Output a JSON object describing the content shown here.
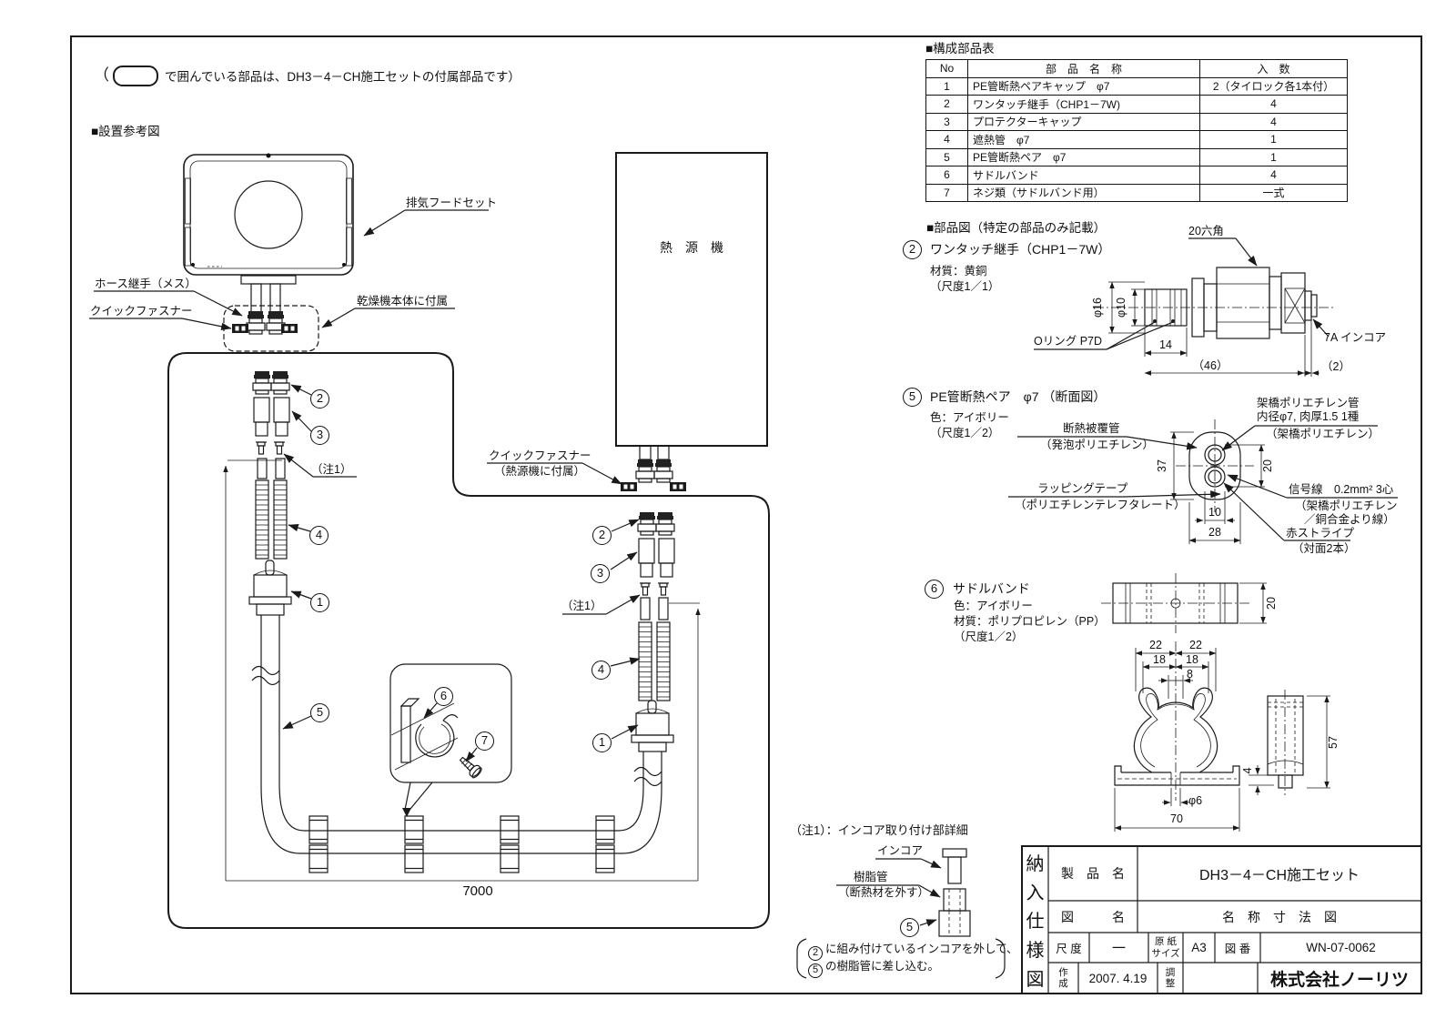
{
  "colors": {
    "ink": "#1a1a1a",
    "paper": "#ffffff"
  },
  "page": {
    "note_open": "（",
    "note_text": "で囲んでいる部品は、DH3－4－CH施工セットの付属部品です）",
    "install_section_title": "■設置参考図"
  },
  "parts_table": {
    "title": "■構成部品表",
    "headers": {
      "no": "No",
      "name": "部　品　名　称",
      "qty": "入　数"
    },
    "rows": [
      {
        "no": "1",
        "name": "PE管断熱ペアキャップ　φ7",
        "qty": "2（タイロック各1本付）"
      },
      {
        "no": "2",
        "name": "ワンタッチ継手（CHP1－7W)",
        "qty": "4"
      },
      {
        "no": "3",
        "name": "プロテクターキャップ",
        "qty": "4"
      },
      {
        "no": "4",
        "name": "遮熱管　φ7",
        "qty": "1"
      },
      {
        "no": "5",
        "name": "PE管断熱ペア　φ7",
        "qty": "1"
      },
      {
        "no": "6",
        "name": "サドルバンド",
        "qty": "4"
      },
      {
        "no": "7",
        "name": "ネジ類（サドルバンド用）",
        "qty": "一式"
      }
    ]
  },
  "install": {
    "labels": {
      "hood": "排気フードセット",
      "hose_joint": "ホース継手（メス）",
      "quick_fastener": "クイックファスナー",
      "dryer_attached": "乾燥機本体に付属",
      "heat_source": "熱　源　機",
      "qf_heat1": "クイックファスナー",
      "qf_heat2": "（熱源機に付属）",
      "note1_left": "（注1）",
      "note1_right": "（注1）",
      "dim_7000": "7000"
    },
    "callouts": {
      "c1": "1",
      "c2": "2",
      "c3": "3",
      "c4": "4",
      "c5": "5",
      "c6": "6",
      "c7": "7"
    }
  },
  "parts_fig": {
    "title": "■部品図（特定の部品のみ記載）",
    "p2": {
      "num": "2",
      "title": "ワンタッチ継手（CHP1－7W）",
      "material": "材質：黄銅",
      "scale": "（尺度1／1）",
      "hex": "20六角",
      "d16": "φ16",
      "d10": "φ10",
      "oring": "Oリング  P7D",
      "dim14": "14",
      "dim46": "（46）",
      "incore": "7A インコア",
      "dim2": "（2）"
    },
    "p5": {
      "num": "5",
      "title": "PE管断熱ペア　φ7 （断面図）",
      "color": "色：アイボリー",
      "scale": "（尺度1／2）",
      "l1a": "断熱被覆管",
      "l1b": "（発泡ポリエチレン）",
      "l2a": "ラッピングテープ",
      "l2b": "（ポリエチレンテレフタレート）",
      "r1a": "架橋ポリエチレン管",
      "r1b": "内径φ7, 肉厚1.5  1種",
      "r1c": "（架橋ポリエチレン）",
      "r2a": "信号線　0.2mm²  3心",
      "r2b": "（架橋ポリエチレン",
      "r2c": "／銅合金より線）",
      "r3a": "赤ストライプ",
      "r3b": "（対面2本）",
      "dim37": "37",
      "dim20": "20",
      "dim10": "10",
      "dim28": "28"
    },
    "p6": {
      "num": "6",
      "title": "サドルバンド",
      "color": "色：アイボリー",
      "material": "材質：ポリプロピレン（PP）",
      "scale": "（尺度1／2）",
      "dim20": "20",
      "dim22l": "22",
      "dim22r": "22",
      "dim18l": "18",
      "dim18r": "18",
      "dim8": "8",
      "dim_d6": "φ6",
      "dim70": "70",
      "dim4": "4",
      "dim57": "57"
    }
  },
  "note1_detail": {
    "title": "（注1）：インコア取り付け部詳細",
    "incore": "インコア",
    "pipe1": "樹脂管",
    "pipe2": "（断熱材を外す）",
    "note_c2": "2",
    "note_l1": "に組み付けているインコアを外して、",
    "note_c5": "5",
    "note_l2": "の樹脂管に差し込む。"
  },
  "title_block": {
    "side": [
      "納",
      "入",
      "仕",
      "様",
      "図"
    ],
    "product_label": "製　品　名",
    "product_value": "DH3－4－CH施工セット",
    "drawing_label": "図　　　名",
    "drawing_value": "名　称　寸　法　図",
    "scale_label": "尺 度",
    "scale_value": "一",
    "paper_label1": "原 紙",
    "paper_label2": "サイズ",
    "paper_value": "A3",
    "no_label": "図 番",
    "no_value": "WN-07-0062",
    "created_label1": "作",
    "created_label2": "成",
    "created_value": "2007. 4.19",
    "adjust_label1": "調",
    "adjust_label2": "整",
    "company": "株式会社ノーリツ"
  }
}
